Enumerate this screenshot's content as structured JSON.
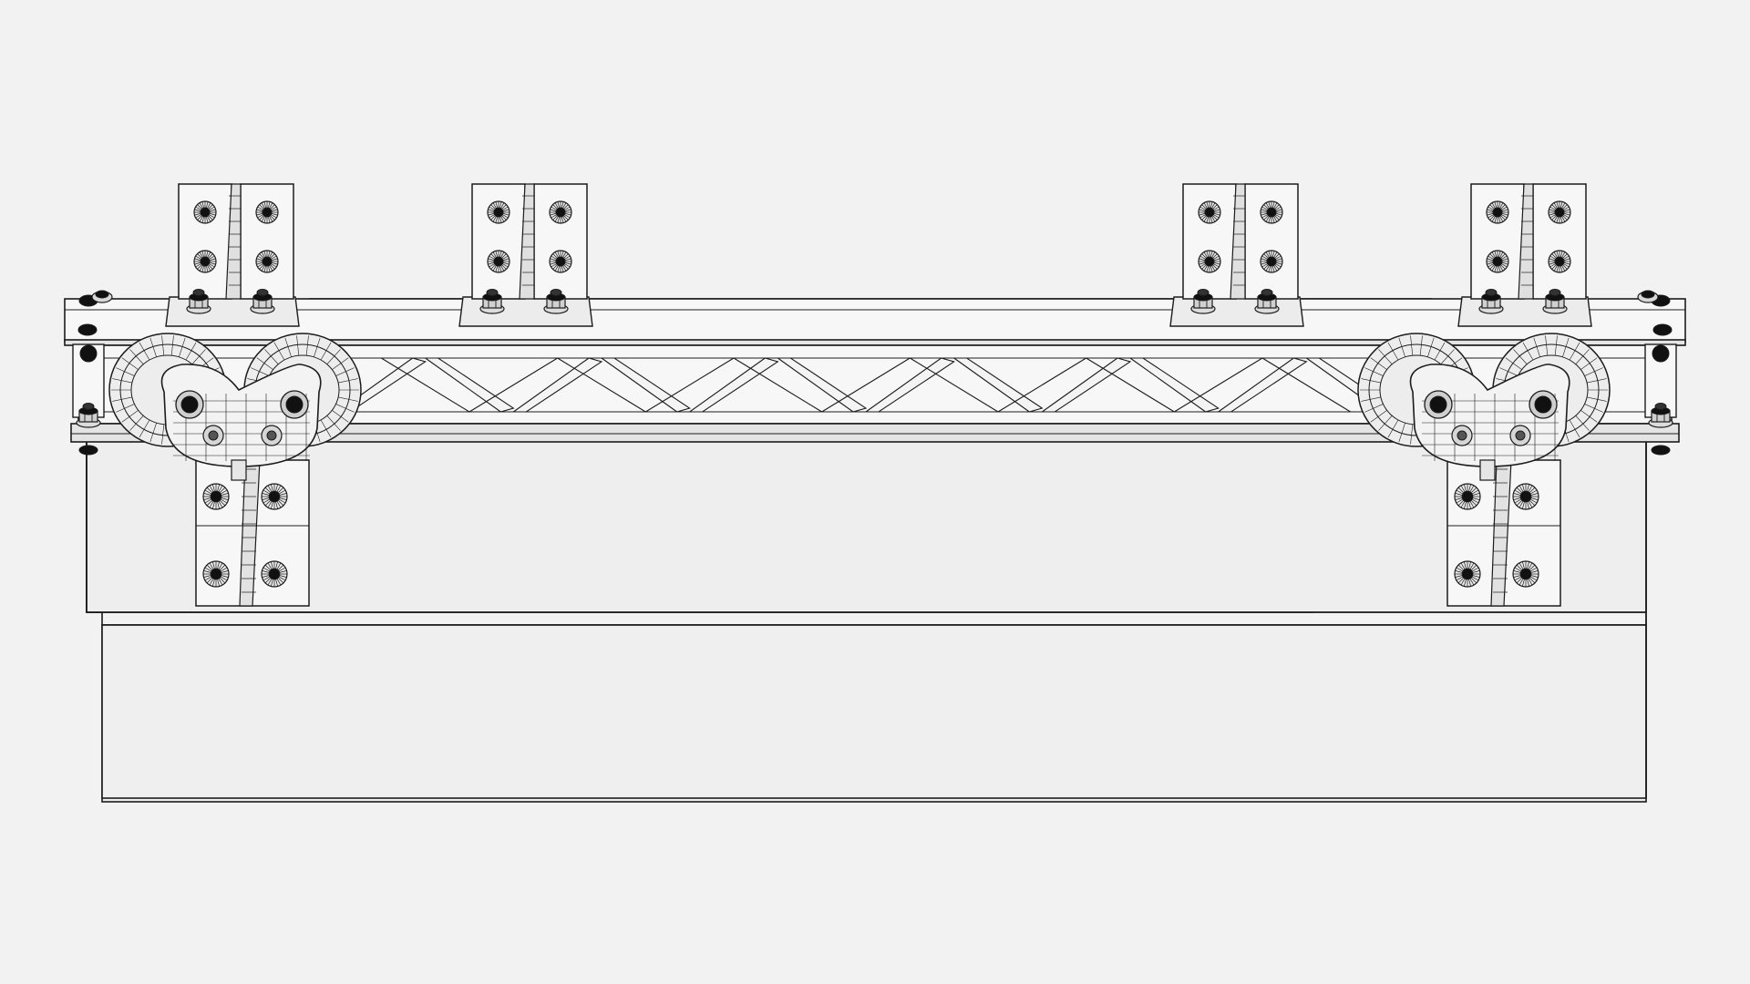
{
  "drawing": {
    "style": "wireframe",
    "background_color": "#f2f2f2",
    "line_color": "#1c1c1c",
    "fill_light": "#f7f7f7",
    "fill_panel": "#eeeeee",
    "bolt_color": "#111111"
  },
  "assembly": {
    "top_bracket_count": 4,
    "hanging_bracket_count": 2,
    "roller_carriage_count": 2,
    "truss_diagonal_count": 12
  }
}
